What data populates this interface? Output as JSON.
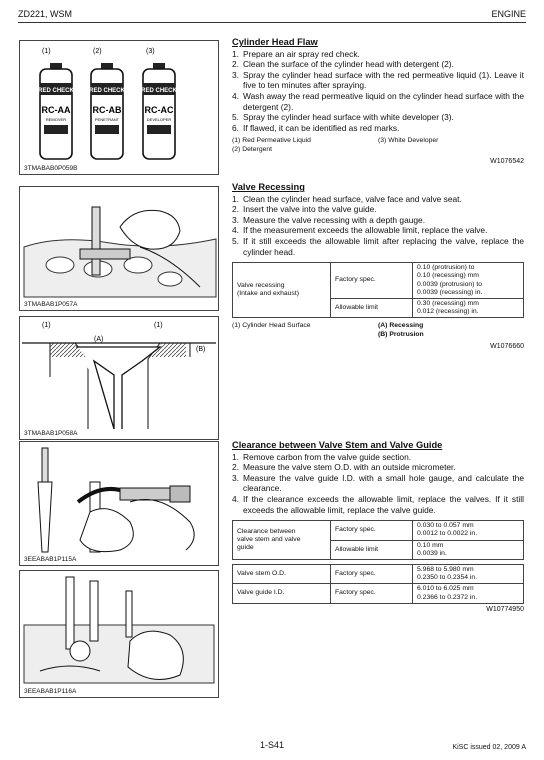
{
  "header": {
    "left": "ZD221, WSM",
    "right": "ENGINE"
  },
  "figures": [
    {
      "caption": "3TMABAB0P059B",
      "labels": [
        "(1)",
        "(2)",
        "(3)"
      ],
      "cans": [
        {
          "brand": "RED CHECK",
          "code": "RC-AA",
          "sub": "REMOVER"
        },
        {
          "brand": "RED CHECK",
          "code": "RC-AB",
          "sub": "PENETRANT"
        },
        {
          "brand": "RED CHECK",
          "code": "RC-AC",
          "sub": "DEVELOPER"
        }
      ]
    },
    {
      "caption": "3TMABAB1P057A"
    },
    {
      "caption": "3TMABAB1P058A",
      "labels": [
        "(1)",
        "(1)",
        "(A)",
        "(B)"
      ]
    },
    {
      "caption": "3EEABAB1P115A"
    },
    {
      "caption": "3EEABAB1P116A"
    }
  ],
  "sec1": {
    "title": "Cylinder Head Flaw",
    "steps": [
      {
        "n": "1.",
        "t": "Prepare an air spray red check."
      },
      {
        "n": "2.",
        "t": "Clean the surface of the cylinder head with detergent (2)."
      },
      {
        "n": "3.",
        "t": "Spray the cylinder head surface with the red permeative liquid (1).  Leave it five to ten minutes after spraying."
      },
      {
        "n": "4.",
        "t": "Wash away the read permeative liquid on the cylinder head surface with the detergent (2)."
      },
      {
        "n": "5.",
        "t": "Spray the cylinder head surface with white developer (3)."
      },
      {
        "n": "6.",
        "t": "If flawed, it can be identified as red marks."
      }
    ],
    "notes": [
      [
        "(1)  Red Permeative Liquid",
        "(3)  White Developer"
      ],
      [
        "(2)  Detergent",
        ""
      ]
    ],
    "ref": "W1076542"
  },
  "sec2": {
    "title": "Valve Recessing",
    "steps": [
      {
        "n": "1.",
        "t": "Clean the cylinder head surface, valve face and valve seat."
      },
      {
        "n": "2.",
        "t": "Insert the valve into the valve guide."
      },
      {
        "n": "3.",
        "t": "Measure the valve recessing with a depth gauge."
      },
      {
        "n": "4.",
        "t": "If the measurement exceeds the allowable limit, replace the valve."
      },
      {
        "n": "5.",
        "t": "If it still exceeds the allowable limit after replacing the valve, replace the cylinder head."
      }
    ],
    "table": {
      "item": "Valve recessing\n(Intake and exhaust)",
      "spec_label": "Factory spec.",
      "spec_value": "0.10 (protrusion) to\n0.10 (recessing) mm\n0.0039 (protrusion) to\n0.0039 (recessing) in.",
      "limit_label": "Allowable limit",
      "limit_value": "0.30 (recessing) mm\n0.012 (recessing) in."
    },
    "notes": [
      [
        "(1)  Cylinder Head Surface",
        "(A)  Recessing"
      ],
      [
        "",
        "(B)  Protrusion"
      ]
    ],
    "ref": "W1076660"
  },
  "sec3": {
    "title": "Clearance between Valve Stem and Valve Guide",
    "steps": [
      {
        "n": "1.",
        "t": "Remove carbon from the valve guide section."
      },
      {
        "n": "2.",
        "t": "Measure the valve stem O.D. with an outside micrometer."
      },
      {
        "n": "3.",
        "t": "Measure the valve guide I.D. with a small hole gauge, and calculate the clearance."
      },
      {
        "n": "4.",
        "t": "If the clearance exceeds the allowable limit, replace the valves. If it still exceeds the allowable limit, replace the valve guide."
      }
    ],
    "table1": {
      "item": "Clearance between\nvalve stem and valve\nguide",
      "spec_label": "Factory spec.",
      "spec_value": "0.030 to 0.057 mm\n0.0012 to 0.0022 in.",
      "limit_label": "Allowable limit",
      "limit_value": "0.10 mm\n0.0039 in."
    },
    "table2": [
      {
        "item": "Valve stem O.D.",
        "label": "Factory spec.",
        "value": "5.968 to 5.980 mm\n0.2350 to 0.2354 in."
      },
      {
        "item": "Valve guide I.D.",
        "label": "Factory spec.",
        "value": "6.010 to 6.025 mm\n0.2366 to 0.2372 in."
      }
    ],
    "ref": "W10774950"
  },
  "footer": {
    "page": "1-S41",
    "right": "KiSC issued 02, 2009 A"
  }
}
